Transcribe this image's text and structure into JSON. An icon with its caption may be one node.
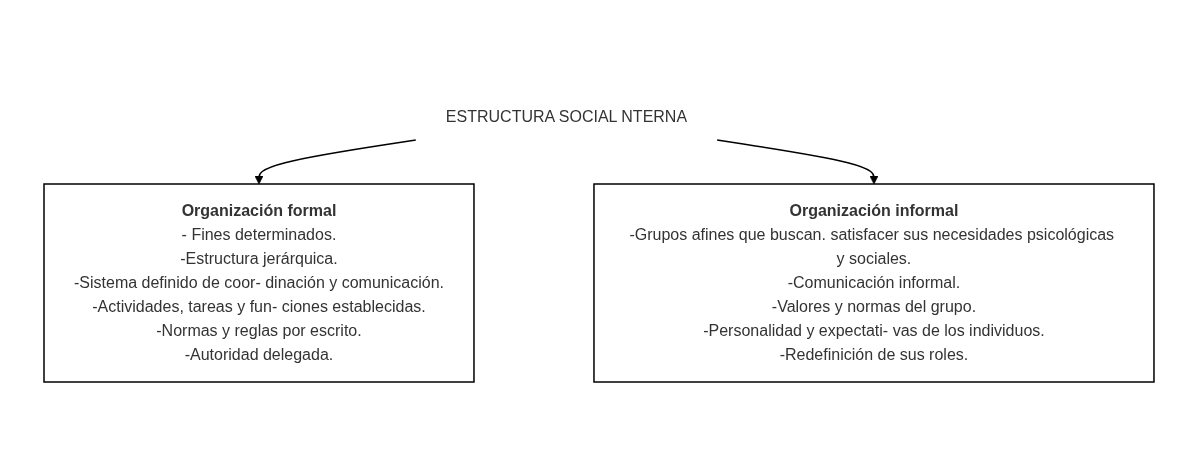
{
  "diagram": {
    "nodes": [
      {
        "text": [
          "Organización formal",
          "- Fines determinados.",
          "-Estructura jerárquica.",
          "-Sistema definido de coor- dinación y comunicación.",
          "-Actividades, tareas y fun- ciones establecidas.",
          "-Normas y reglas por escrito.",
          "-Autoridad delegada."
        ]
      },
      {
        "text": [
          "ESTRUCTURA SOCIAL NTERNA"
        ]
      },
      {
        "text": [
          "Organización informal",
          "-Grupos afines que buscan. satisfacer sus necesidades psicológicas y sociales.",
          "-Comunicación informal.",
          "-Valores y normas del grupo.",
          "-Personalidad y expectati- vas de los individuos.",
          "-Redefinición de sus roles."
        ]
      }
    ],
    "edges": [
      {
        "from": 1,
        "to": 0,
        "arrow": "to"
      },
      {
        "from": 1,
        "to": 2,
        "arrow": "to"
      }
    ]
  }
}
